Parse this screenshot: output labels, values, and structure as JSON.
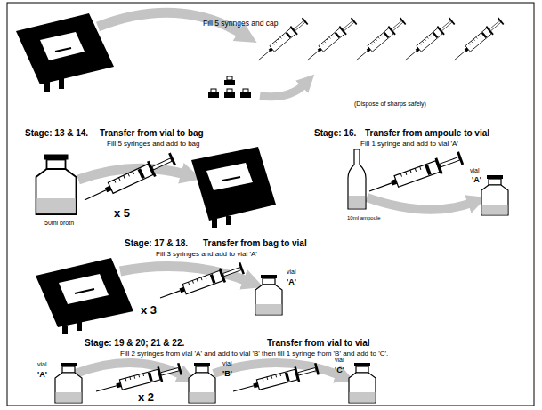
{
  "diagram": {
    "labels": [
      "Fill 5 syringes and cap",
      "(Dispose of sharps safely)",
      "Stage: 13 & 14.",
      "Transfer from vial to bag",
      "Fill 5 syringes and add to bag",
      "x 5",
      "50ml broth",
      "Stage: 16.",
      "Transfer from ampoule to vial",
      "Fill 1 syringe and add to vial 'A'",
      "10ml ampoule",
      "vial",
      "'A'",
      "Stage: 17 & 18.",
      "Transfer from bag to vial",
      "Fill 3 syringes and add to vial 'A'",
      "x 3",
      "vial",
      "'A'",
      "Stage: 19 & 20; 21 & 22.",
      "Transfer from vial to vial",
      "Fill 2 syringes from vial 'A' and add to vial 'B' then fill 1 syringe from 'B' and add to 'C'.",
      "vial",
      "'A'",
      "x 2",
      "vial",
      "'B'",
      "vial",
      "'C'"
    ]
  }
}
